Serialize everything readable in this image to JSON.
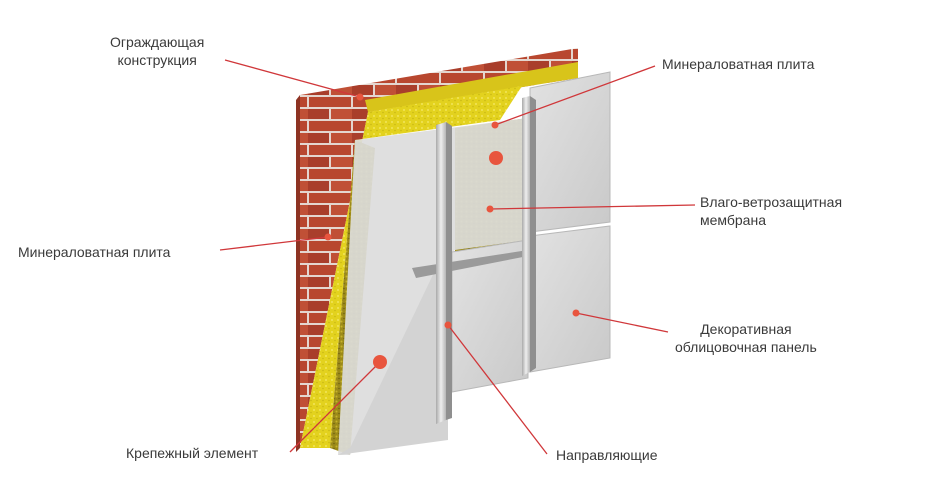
{
  "diagram": {
    "callouts": {
      "enclosing_structure": [
        "Ограждающая",
        "конструкция"
      ],
      "mineral_wool_top": "Минераловатная плита",
      "mineral_wool_left": "Минераловатная плита",
      "membrane": [
        "Влаго-ветрозащитная",
        "мембрана"
      ],
      "decorative_panel": [
        "Декоративная",
        "облицовочная  панель"
      ],
      "fastener": "Крепежный элемент",
      "guides": "Направляющие"
    },
    "colors": {
      "brick": "#b5432f",
      "mortar": "#e6d9d2",
      "mineral_wool": "#e6d41c",
      "panel": "#d6d6d6",
      "rail": "#c4c4c4",
      "leader_line": "#d0373a",
      "marker": "#e8553e"
    }
  }
}
